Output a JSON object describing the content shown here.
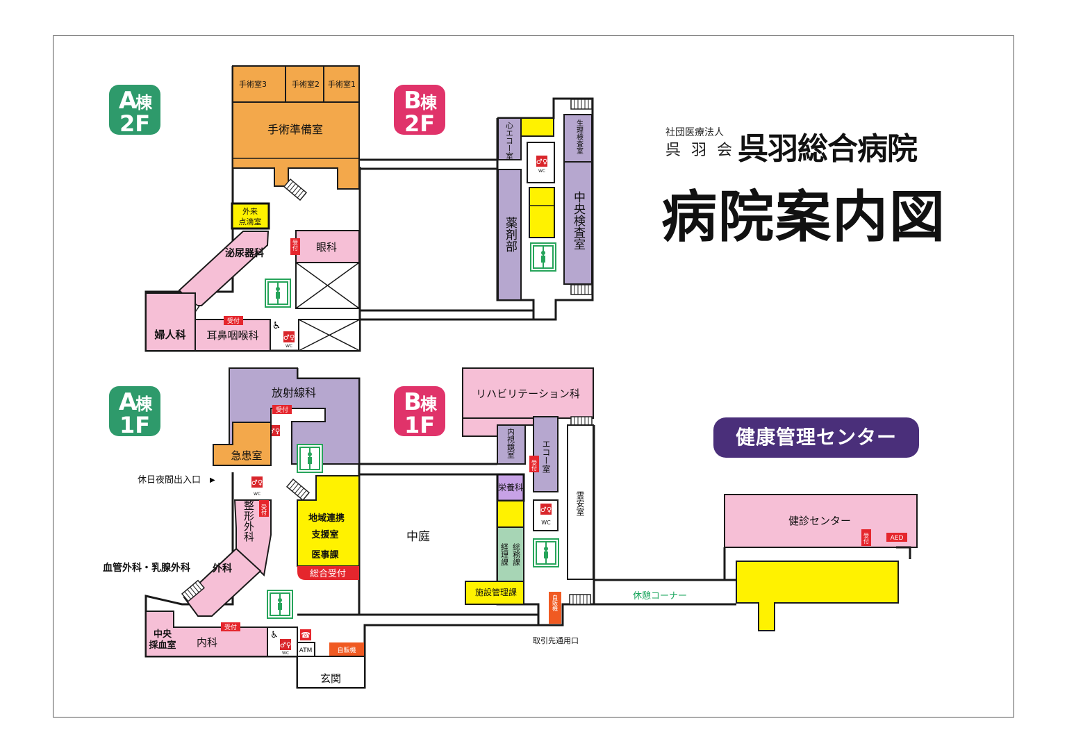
{
  "title": {
    "corp_small": "社団医療法人",
    "corp_kai": "呉 羽 会",
    "hospital_name": "呉羽総合病院",
    "map_title": "病院案内図"
  },
  "badges": {
    "a2": {
      "line1": "A",
      "line1_suffix": "棟",
      "line2": "2F",
      "color": "#2e9a6b"
    },
    "b2": {
      "line1": "B",
      "line1_suffix": "棟",
      "line2": "2F",
      "color": "#e0336a"
    },
    "a1": {
      "line1": "A",
      "line1_suffix": "棟",
      "line2": "1F",
      "color": "#2e9a6b"
    },
    "b1": {
      "line1": "B",
      "line1_suffix": "棟",
      "line2": "1F",
      "color": "#e0336a"
    }
  },
  "health_center_label": "健康管理センター",
  "colors": {
    "pink": "#f6bfd6",
    "orange": "#f3a84b",
    "purple": "#b6a7cf",
    "yellow": "#fff200",
    "green": "#a7d5b5",
    "red": "#e5262d",
    "orange_red": "#f05a22",
    "dark_purple": "#4a2f7a",
    "wc_red": "#d9262b",
    "elevator_green": "#26a45a",
    "rest_corner_green": "#17a55b"
  },
  "rooms_2f": {
    "or3": "手術室3",
    "or2": "手術室2",
    "or1": "手術室1",
    "op_prep": "手術準備室",
    "outpatient_drip_1": "外来",
    "outpatient_drip_2": "点滴室",
    "urology": "泌尿器科",
    "ophthalmology": "眼科",
    "reception": "受付",
    "gynecology": "婦人科",
    "ent": "耳鼻咽喉科",
    "echo_heart": "心エコー室",
    "physio_lab": "生理検査室",
    "pharmacy": "薬剤部",
    "central_lab": "中央検査室"
  },
  "rooms_1f": {
    "radiology": "放射線科",
    "emergency": "急患室",
    "night_entrance": "休日夜間出入口",
    "orthopedics": "整形外科",
    "vascular_surgery": "血管外科・乳腺外科",
    "surgery": "外科",
    "central_blood": "中央採血室",
    "central_blood_1": "中央",
    "central_blood_2": "採血室",
    "internal_medicine": "内科",
    "atm": "ATM",
    "vending": "自販機",
    "entrance": "玄関",
    "community_1": "地域連携",
    "community_2": "支援室",
    "medical_affairs": "医事課",
    "general_reception": "総合受付",
    "courtyard": "中庭",
    "rehabilitation": "リハビリテーション科",
    "endoscopy": "内視鏡室",
    "echo": "エコー室",
    "nutrition": "栄養科",
    "morgue": "霊安室",
    "accounting": "経理課",
    "general_affairs": "総務課",
    "facilities": "施設管理課",
    "supplier_entrance": "取引先通用口",
    "rest_corner": "休憩コーナー",
    "checkup_center": "健診センター",
    "aed": "AED"
  },
  "icons": {
    "wc": "WC",
    "elevator": "elevator-icon",
    "stairs": "stairs-icon",
    "wheelchair": "wheelchair-icon",
    "phone": "phone-icon"
  }
}
